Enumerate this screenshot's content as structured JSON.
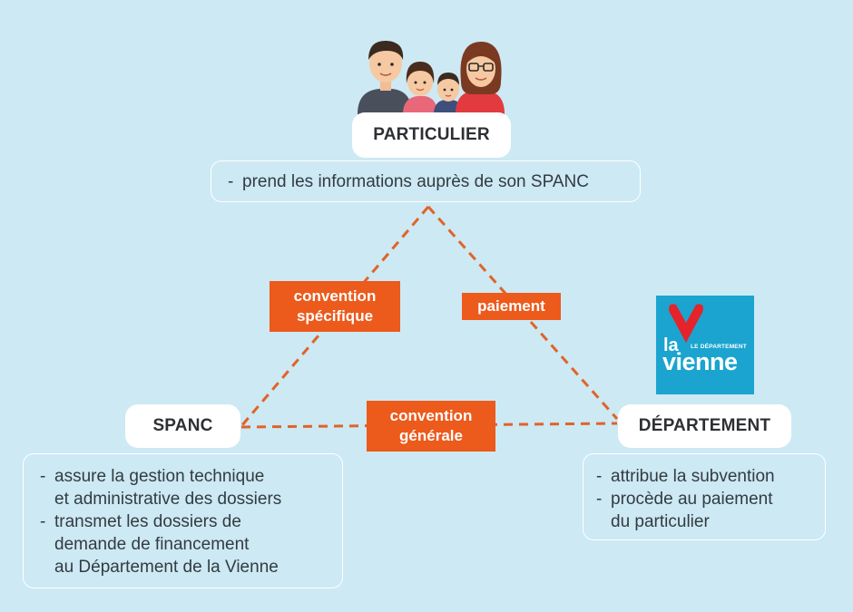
{
  "nodes": {
    "particulier": {
      "title": "PARTICULIER",
      "items": [
        "prend les informations auprès de son SPANC"
      ]
    },
    "spanc": {
      "title": "SPANC",
      "items": [
        [
          "assure la gestion technique",
          "et administrative des dossiers"
        ],
        [
          "transmet les dossiers de",
          "demande de financement",
          "au Département de la Vienne"
        ]
      ]
    },
    "departement": {
      "title": "DÉPARTEMENT",
      "items": [
        [
          "attribue la subvention"
        ],
        [
          "procède au paiement",
          "du particulier"
        ]
      ]
    }
  },
  "links": {
    "specifique": [
      "convention",
      "spécifique"
    ],
    "paiement": [
      "paiement"
    ],
    "generale": [
      "convention",
      "générale"
    ]
  },
  "logo": {
    "la": "la",
    "subtitle": "LE DÉPARTEMENT",
    "name": "vienne"
  },
  "colors": {
    "background": "#cde9f3",
    "accent": "#ec5a1c",
    "logo": "#1aa4cf"
  }
}
